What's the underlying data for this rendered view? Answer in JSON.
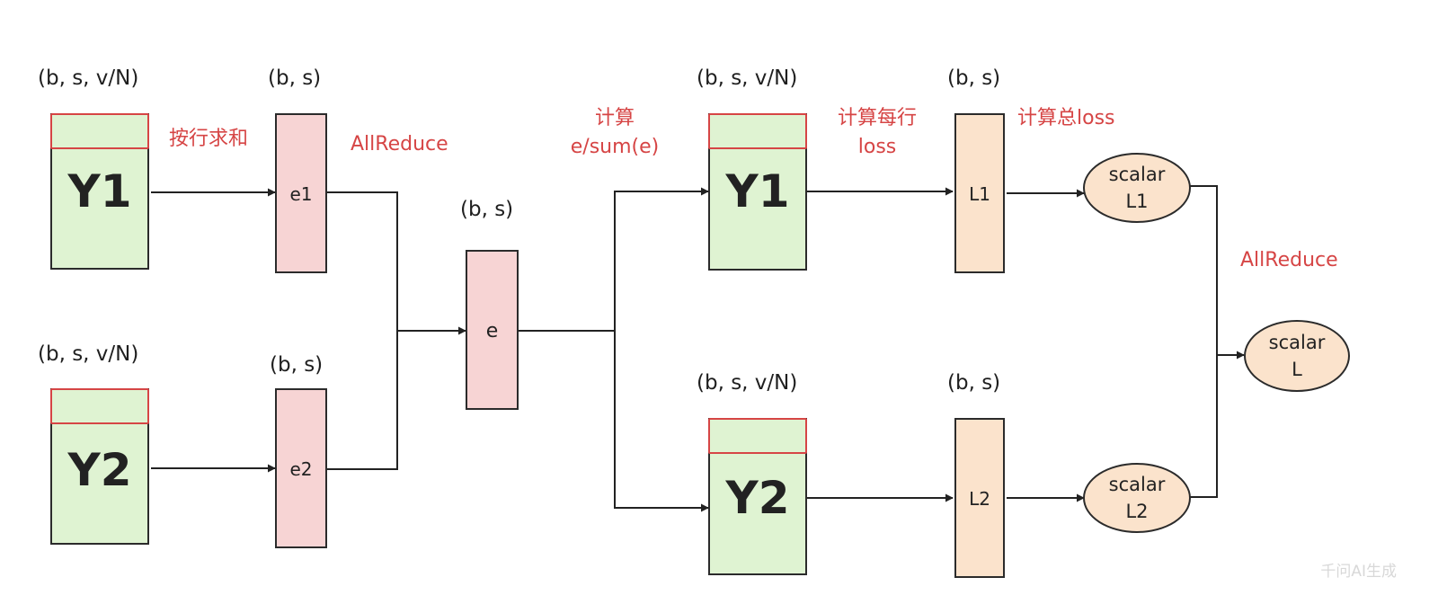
{
  "diagram": {
    "shapes": {
      "y1_top": "(b, s, v/N)",
      "e1_top": "(b, s)",
      "y2_top": "(b, s, v/N)",
      "e2_top": "(b, s)",
      "e_mid": "(b, s)",
      "y1_right": "(b, s, v/N)",
      "l1_top": "(b, s)",
      "y2_right": "(b, s, v/N)",
      "l2_top": "(b, s)"
    },
    "ops": {
      "row_sum": "按行求和",
      "allreduce_1": "AllReduce",
      "compute_line1": "计算",
      "compute_line2": "e/sum(e)",
      "row_loss_line1": "计算每行",
      "row_loss_line2": "loss",
      "total_loss": "计算总loss",
      "allreduce_2": "AllReduce"
    },
    "nodes": {
      "y1_left": "Y1",
      "y2_left": "Y2",
      "e1": "e1",
      "e2": "e2",
      "e": "e",
      "y1_right": "Y1",
      "y2_right": "Y2",
      "l1": "L1",
      "l2": "L2",
      "scalar_l1_line1": "scalar",
      "scalar_l1_line2": "L1",
      "scalar_l2_line1": "scalar",
      "scalar_l2_line2": "L2",
      "scalar_l_line1": "scalar",
      "scalar_l_line2": "L"
    },
    "colors": {
      "tensor_green": "#dff3d2",
      "reduce_pink": "#f7d4d4",
      "loss_peach": "#fbe3cc",
      "accent_red": "#d64545",
      "stroke": "#2b2b2b"
    }
  },
  "watermark": "千问AI生成"
}
